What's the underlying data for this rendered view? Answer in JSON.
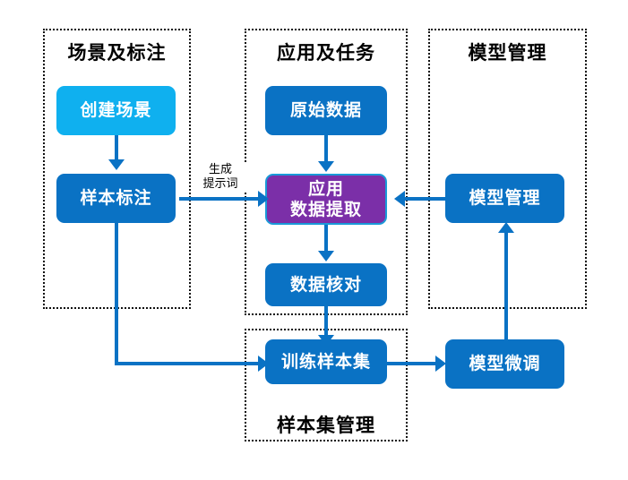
{
  "diagram": {
    "title_groups": [
      {
        "id": "scene",
        "label": "场景及标注"
      },
      {
        "id": "app",
        "label": "应用及任务"
      },
      {
        "id": "model",
        "label": "模型管理"
      },
      {
        "id": "sampleset",
        "label": "样本集管理"
      }
    ],
    "nodes": [
      {
        "id": "create-scene",
        "label": "创建场景",
        "color": "#0fb0ef",
        "style": "cyan"
      },
      {
        "id": "sample-annotate",
        "label": "样本标注",
        "color": "#0a72c4",
        "style": "blue"
      },
      {
        "id": "raw-data",
        "label": "原始数据",
        "color": "#0a72c4",
        "style": "blue"
      },
      {
        "id": "app-extract-l1",
        "label": "应用",
        "color": "#7b2fa8",
        "style": "purple"
      },
      {
        "id": "app-extract-l2",
        "label": "数据提取",
        "color": "#7b2fa8",
        "style": "purple"
      },
      {
        "id": "data-check",
        "label": "数据核对",
        "color": "#0a72c4",
        "style": "blue"
      },
      {
        "id": "train-sampleset",
        "label": "训练样本集",
        "color": "#0a72c4",
        "style": "blue"
      },
      {
        "id": "model-manage",
        "label": "模型管理",
        "color": "#0a72c4",
        "style": "blue"
      },
      {
        "id": "model-finetune",
        "label": "模型微调",
        "color": "#0a72c4",
        "style": "blue"
      }
    ],
    "edge_labels": [
      {
        "id": "gen-prompt",
        "line1": "生成",
        "line2": "提示词"
      }
    ],
    "colors": {
      "connector": "#0a72c4",
      "node_blue": "#0a72c4",
      "node_cyan": "#0fb0ef",
      "node_purple": "#7b2fa8",
      "purple_border": "#1a9ad8",
      "group_border": "#111111",
      "text_on_node": "#ffffff",
      "text_title": "#000000",
      "background": "#ffffff"
    }
  }
}
